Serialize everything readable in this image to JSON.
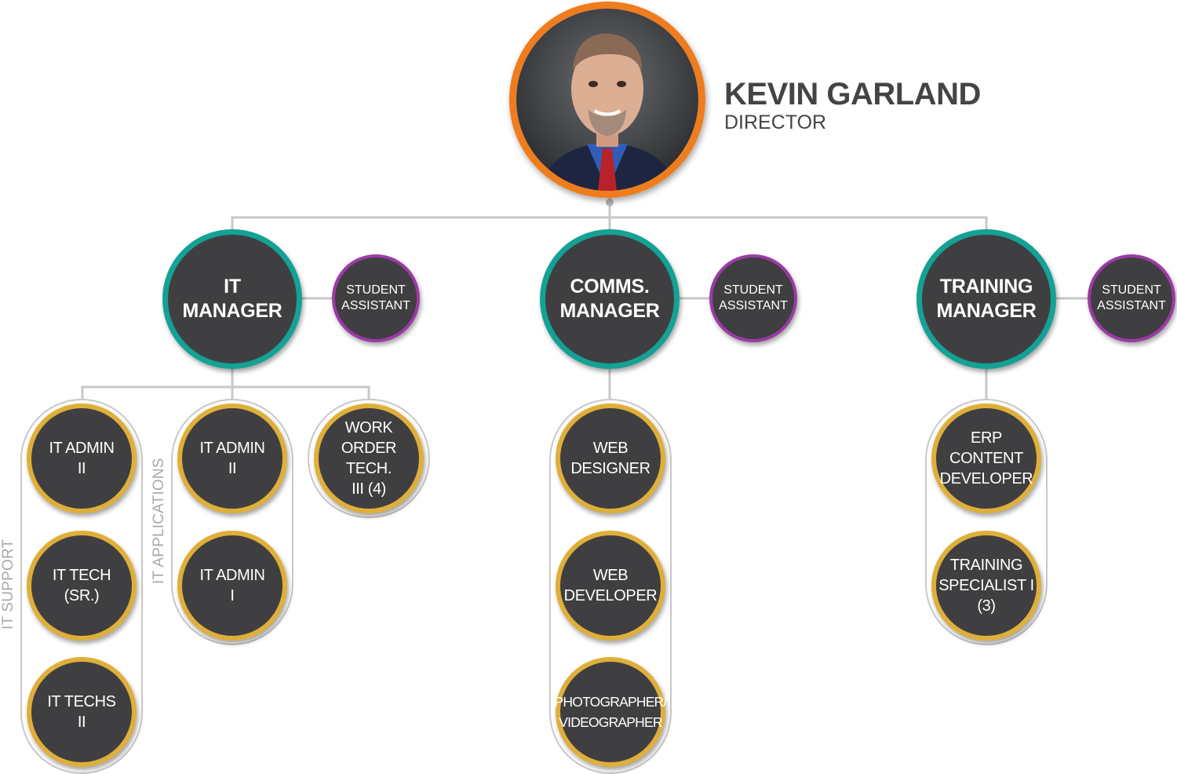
{
  "director": {
    "name": "KEVIN GARLAND",
    "title": "DIRECTOR",
    "photo": "portrait photo of man in suit with red tie"
  },
  "managers": [
    {
      "title": "IT\nMANAGER",
      "assistant": "STUDENT\nASSISTANT"
    },
    {
      "title": "COMMS.\nMANAGER",
      "assistant": "STUDENT\nASSISTANT"
    },
    {
      "title": "TRAINING\nMANAGER",
      "assistant": "STUDENT\nASSISTANT"
    }
  ],
  "groups": {
    "it_support": "IT SUPPORT",
    "it_applications": "IT APPLICATIONS"
  },
  "roles": {
    "it_admin_ii_support": "IT ADMIN\nII",
    "it_tech_sr": "IT TECH\n(SR.)",
    "it_techs_ii": "IT TECHS\nII",
    "it_admin_ii_apps": "IT ADMIN\nII",
    "it_admin_i": "IT ADMIN\nI",
    "work_order_tech": "WORK\nORDER TECH.\nIII (4)",
    "web_designer": "WEB\nDESIGNER",
    "web_developer": "WEB\nDEVELOPER",
    "photographer": "PHOTOGRAPHER/\nVIDEOGRAPHER",
    "erp_content_developer": "ERP\nCONTENT\nDEVELOPER",
    "training_specialist": "TRAINING\nSPECIALIST I\n(3)"
  },
  "colors": {
    "director_ring": "#ef7c1d",
    "manager_ring": "#14a196",
    "assistant_ring": "#9c3aa6",
    "role_ring": "#dfaf3a",
    "node_fill": "#3f3f41",
    "connector": "#c8c8c8",
    "group_label": "#a9a9a9"
  }
}
